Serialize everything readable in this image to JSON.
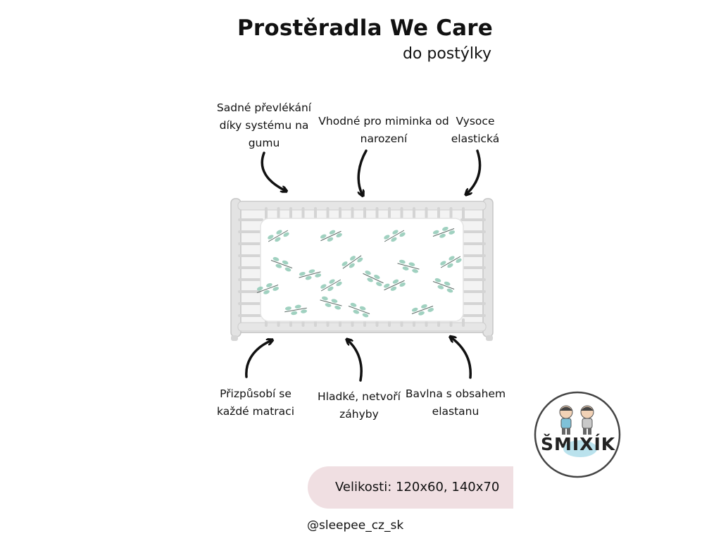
{
  "header": {
    "title": "Prostěradla We Care",
    "subtitle": "do postýlky"
  },
  "features": {
    "top_left": "Sadné převlékání díky systému na gumu",
    "top_center": "Vhodné pro miminka od narození",
    "top_right": "Vysoce elastická",
    "bottom_left": "Přizpůsobí se každé matraci",
    "bottom_center": "Hladké, netvoří záhyby",
    "bottom_right": "Bavlna s obsahem elastanu"
  },
  "sizes_label": "Velikosti: 120x60, 140x70",
  "instagram_handle": "@sleepee_cz_sk",
  "logo": {
    "word": "ŠMIXÍK",
    "icon": "two-kids-logo-icon"
  },
  "colors": {
    "crib": "#d9d9d9",
    "leaf": "#8fc9b5",
    "band": "#f0dfe2"
  }
}
